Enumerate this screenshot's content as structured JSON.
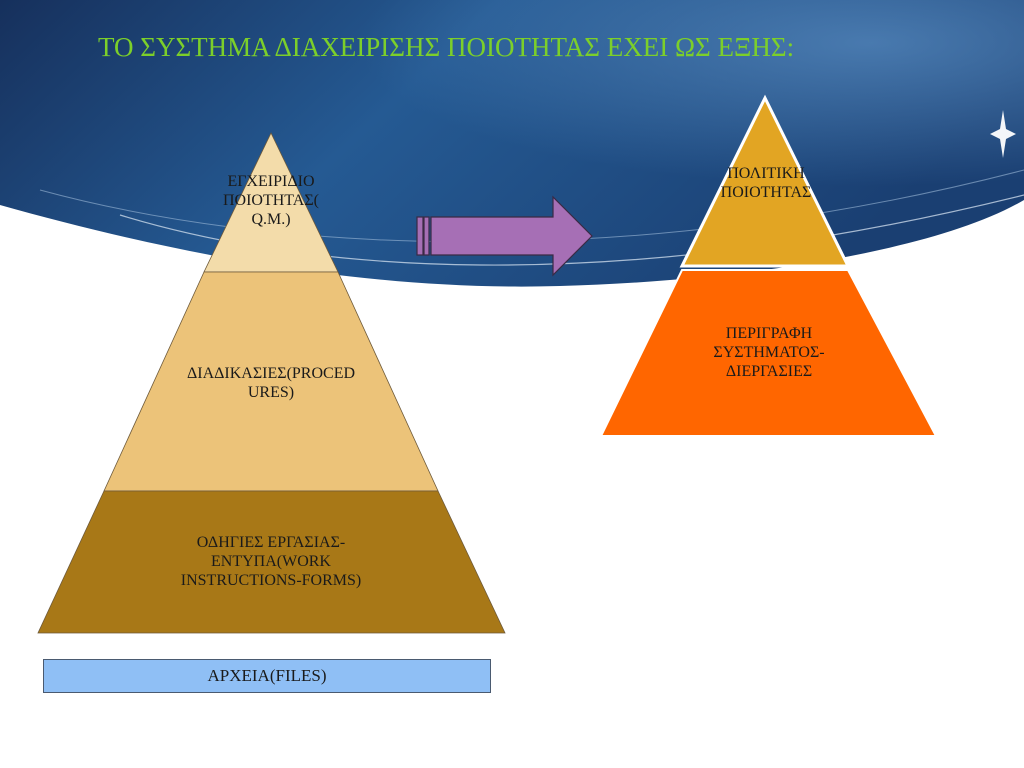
{
  "slide": {
    "title": "ΤΟ ΣΥΣΤΗΜΑ ΔΙΑΧΕΙΡΙΣΗΣ ΠΟΙΟΤΗΤΑΣ  ΕΧΕΙ ΩΣ  ΕΞΗΣ:",
    "colors": {
      "title": "#7ccf2a",
      "header_blue": "#1f4e85"
    }
  },
  "left_pyramid": {
    "levels": [
      {
        "line1": "ΕΓΧΕΙΡΙΔΙΟ",
        "line2": "ΠΟΙΟΤΗΤΑΣ(",
        "line3": "Q.M.)",
        "color": "#f3dcaa"
      },
      {
        "line1": "ΔΙΑΔΙΚΑΣΙΕΣ(PROCED",
        "line2": "URES)",
        "color": "#ecc379"
      },
      {
        "line1": "ΟΔΗΓΙΕΣ ΕΡΓΑΣΙΑΣ-",
        "line2": "ΕΝΤΥΠΑ(WORK",
        "line3": "INSTRUCTIONS-FORMS)",
        "color": "#a87817"
      }
    ],
    "base": {
      "label": "ΑΡΧΕΙΑ(FILES)",
      "color": "#8fbff5"
    }
  },
  "arrow": {
    "color": "#a66fb5"
  },
  "right_pyramid": {
    "levels": [
      {
        "line1": "ΠΟΛΙΤΙΚΗ",
        "line2": "ΠΟΙΟΤΗΤΑΣ",
        "color": "#e2a523"
      },
      {
        "line1": "ΠΕΡΙΓΡΑΦΗ",
        "line2": "ΣΥΣΤΗΜΑΤΟΣ-",
        "line3": "ΔΙΕΡΓΑΣΙΕΣ",
        "color": "#ff6600"
      }
    ]
  }
}
